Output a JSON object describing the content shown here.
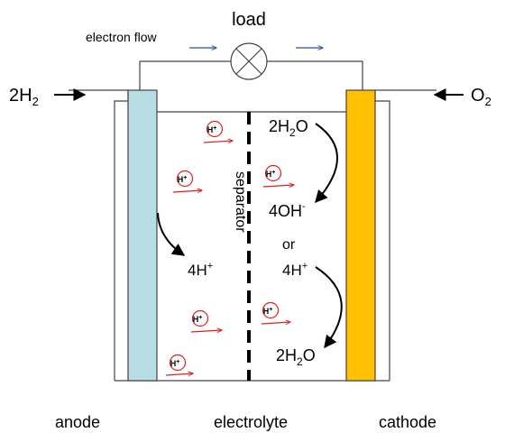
{
  "labels": {
    "load": "load",
    "electron_flow": "electron flow",
    "h2_prefix": "2H",
    "h2_sub": "2",
    "o2_prefix": "O",
    "o2_sub": "2",
    "separator": "separator",
    "anode": "anode",
    "electrolyte": "electrolyte",
    "cathode": "cathode"
  },
  "species": {
    "water_top_a": "2H",
    "water_top_sub": "2",
    "water_top_b": "O",
    "hydroxide_a": "4OH",
    "hydroxide_sup": "-",
    "or": "or",
    "protons_cathode_a": "4H",
    "protons_cathode_sup": "+",
    "water_bottom_a": "2H",
    "water_bottom_sub": "2",
    "water_bottom_b": "O",
    "protons_anode_a": "4H",
    "protons_anode_sup": "+"
  },
  "ion": {
    "symbol": "H",
    "charge": "+"
  },
  "colors": {
    "anode": "#b7dde5",
    "cathode": "#ffc000",
    "ion_arrow": "#e02020",
    "electron_arrow": "#2f4f9f",
    "ion_circle": "#e02020"
  }
}
